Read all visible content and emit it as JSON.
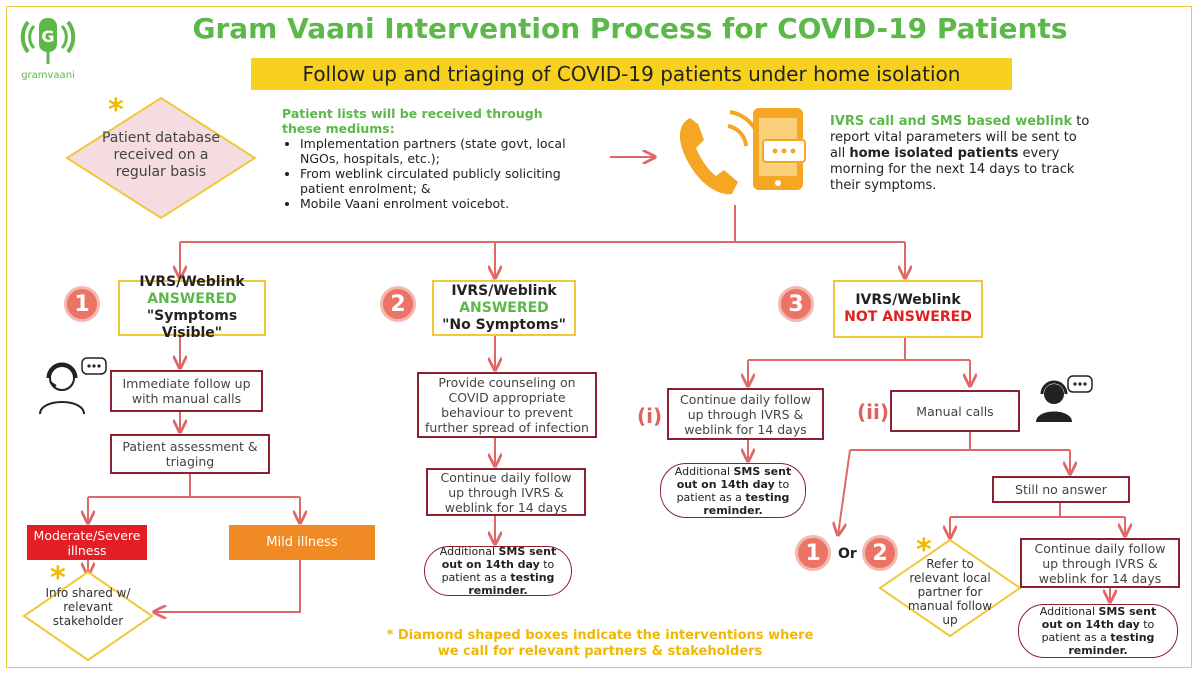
{
  "header": {
    "title": "Gram Vaani Intervention Process for COVID-19 Patients",
    "subtitle": "Follow up and triaging of COVID-19 patients under home isolation",
    "logo_text": "gramvaani",
    "logo_letter": "G"
  },
  "intro": {
    "database": "Patient database received on a regular basis",
    "lists_heading": "Patient lists will be received through these mediums:",
    "mediums": [
      "Implementation partners (state govt, local NGOs, hospitals, etc.);",
      "From weblink circulated publicly soliciting patient enrolment; &",
      "Mobile Vaani enrolment voicebot."
    ],
    "ivrs_lead": "IVRS call and SMS based weblink",
    "ivrs_mid": " to report vital parameters will be sent to all ",
    "ivrs_bold": "home isolated patients",
    "ivrs_tail": " every morning for the next 14 days to track their symptoms."
  },
  "branch1": {
    "number": "1",
    "line1": "IVRS/Weblink",
    "line2": "ANSWERED",
    "line3": "\"Symptoms Visible\"",
    "followup": "Immediate follow up with manual calls",
    "assessment": "Patient assessment & triaging",
    "moderate": "Moderate/Severe illness",
    "mild": "Mild illness",
    "info": "Info shared w/ relevant stakeholder"
  },
  "branch2": {
    "number": "2",
    "line1": "IVRS/Weblink",
    "line2": "ANSWERED",
    "line3": "\"No Symptoms\"",
    "counseling": "Provide counseling on COVID appropriate behaviour to prevent further spread of infection",
    "continue": "Continue daily follow up through IVRS & weblink for 14 days",
    "sms_pre": "Additional ",
    "sms_bold": "SMS sent out on 14th day",
    "sms_mid": " to patient as a ",
    "sms_bold2": "testing reminder."
  },
  "branch3": {
    "number": "3",
    "line1": "IVRS/Weblink",
    "line2": "NOT ANSWERED",
    "label_i": "(i)",
    "label_ii": "(ii)",
    "continue_i": "Continue daily follow up through IVRS & weblink for 14 days",
    "manual": "Manual calls",
    "still": "Still no answer",
    "option1": "1",
    "or_text": "Or",
    "option2": "2",
    "refer": "Refer to relevant local partner for manual follow up",
    "continue_ii": "Continue daily follow up through IVRS & weblink for 14 days"
  },
  "footnote": {
    "star": "*",
    "line1": "* Diamond shaped boxes indicate the interventions where",
    "line2": "we call for relevant partners & stakeholders"
  },
  "colors": {
    "green": "#5cb849",
    "yellow": "#f7d11e",
    "maroon": "#8b2030",
    "salmon": "#ec7467",
    "red_box": "#e31e24",
    "orange_box": "#f08a24",
    "phone_orange": "#f5a623"
  },
  "icons": [
    "gramvaani-logo-icon",
    "phone-icon",
    "mobile-chat-icon",
    "call-agent-icon"
  ]
}
